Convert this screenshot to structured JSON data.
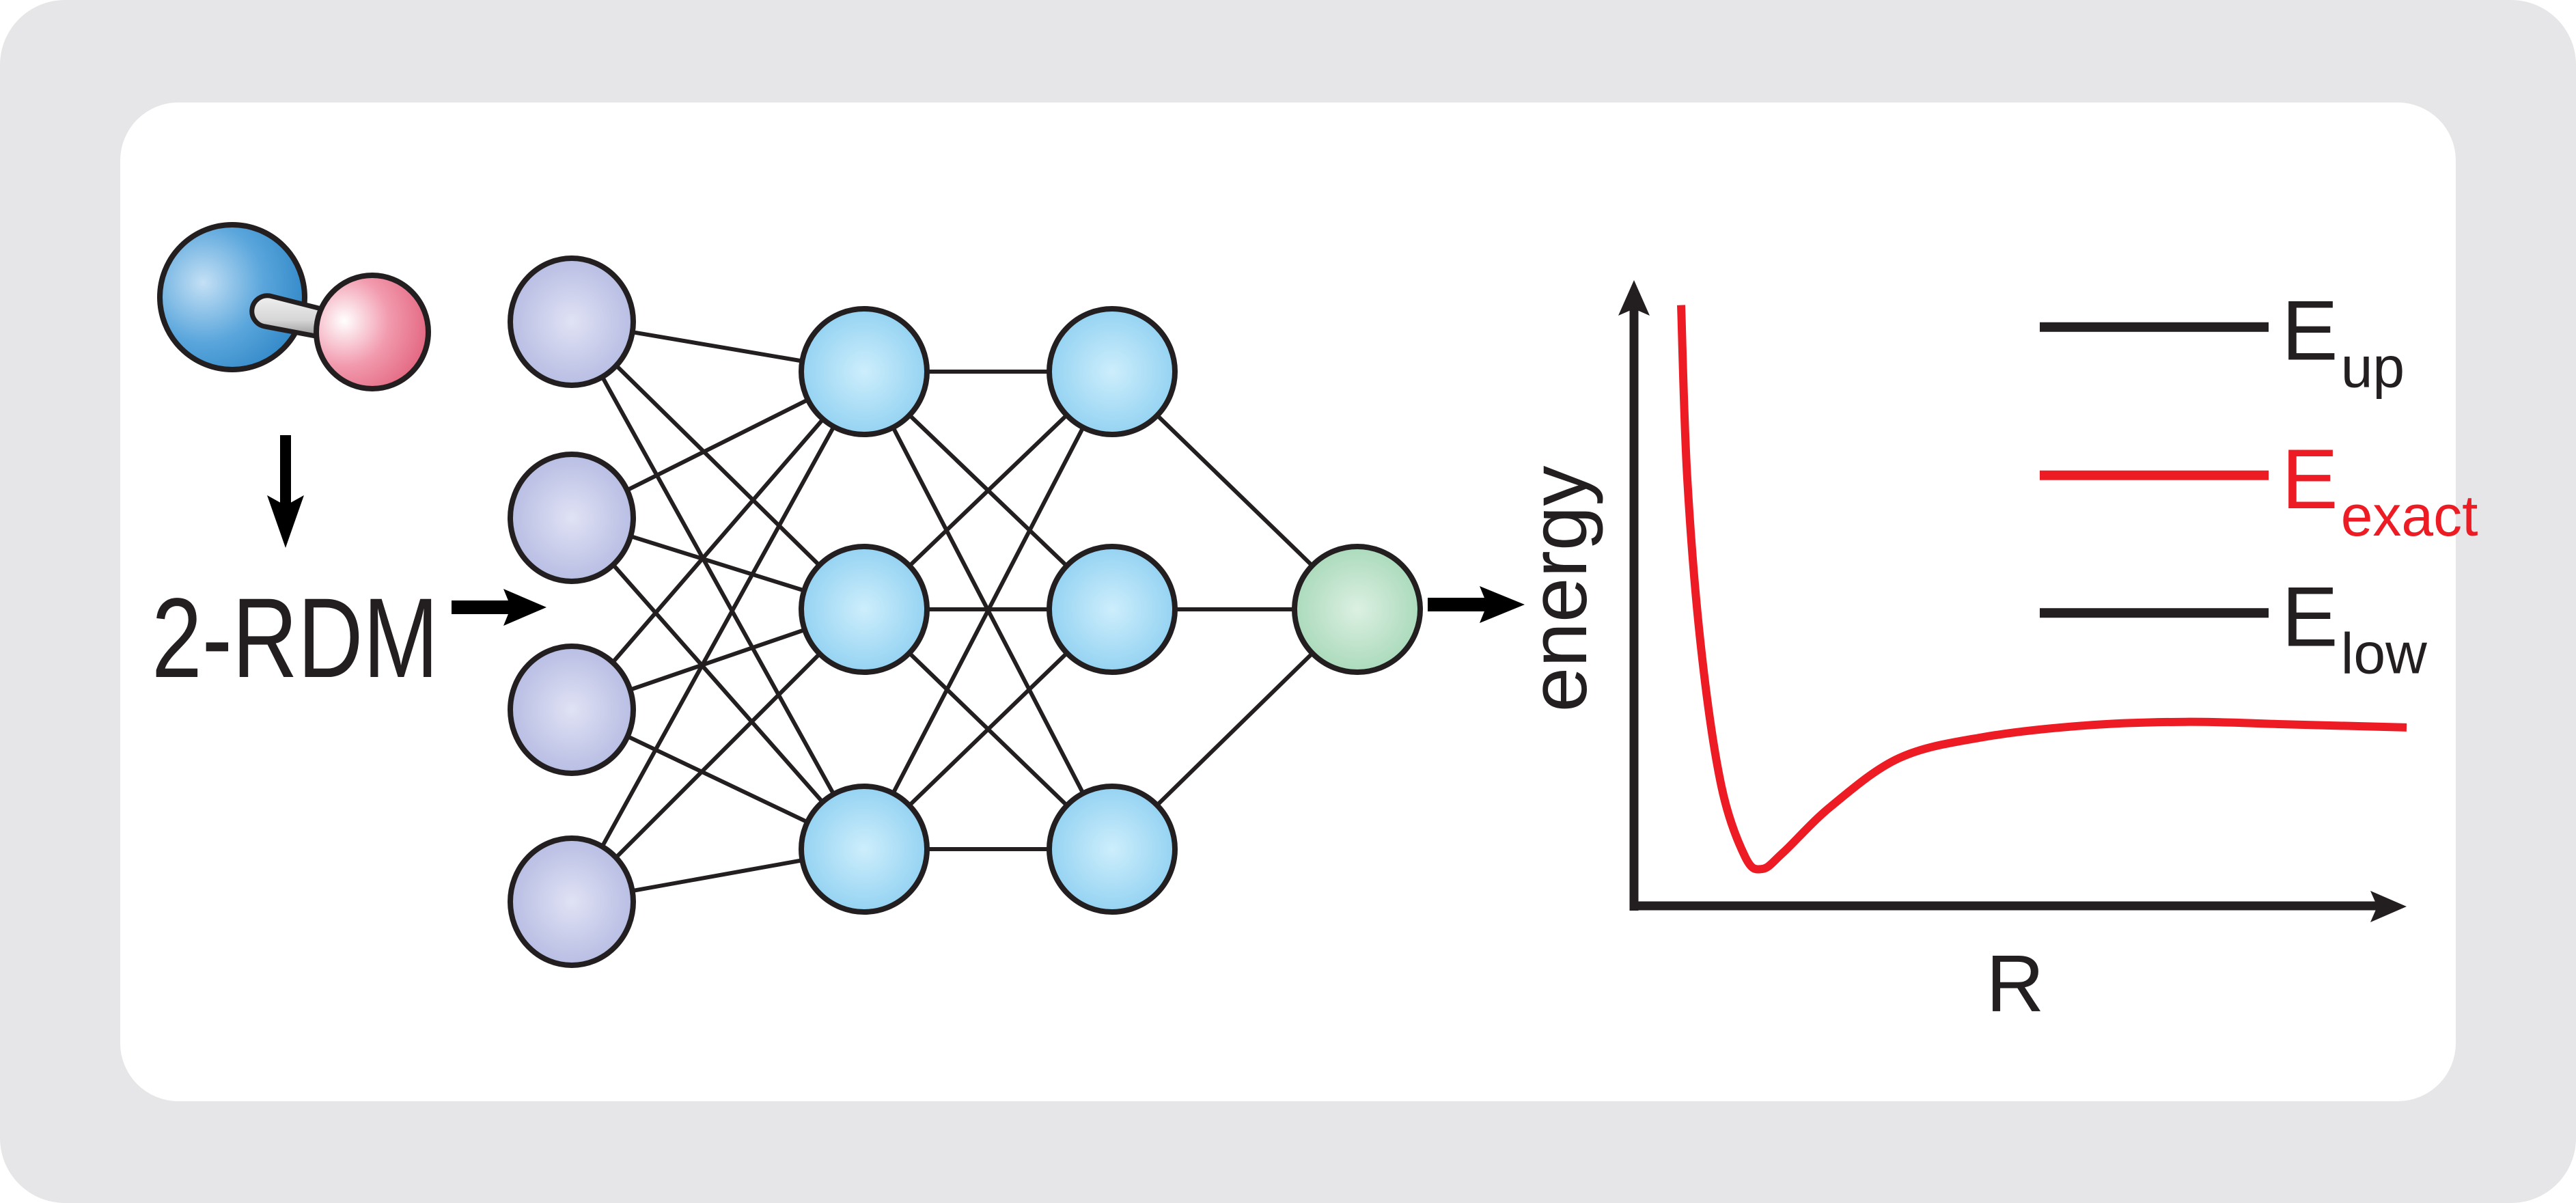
{
  "figure": {
    "input_label": "2-RDM",
    "molecule": {
      "atoms": [
        {
          "name": "large-atom",
          "color": "#3d93d1"
        },
        {
          "name": "small-atom",
          "color": "#ee7088"
        }
      ]
    },
    "network": {
      "layers": [
        {
          "name": "input",
          "size": 4,
          "color": "#b4bae2",
          "highlight": "#e0e2f4"
        },
        {
          "name": "hidden-1",
          "size": 3,
          "color": "#8fd0f1",
          "highlight": "#cdeefc"
        },
        {
          "name": "hidden-2",
          "size": 3,
          "color": "#8fd0f1",
          "highlight": "#cdeefc"
        },
        {
          "name": "output",
          "size": 1,
          "color": "#a6d8b8",
          "highlight": "#dcf0e2"
        }
      ],
      "edge_color": "#231f20"
    },
    "colors": {
      "ink": "#231f20",
      "accent_red": "#ed1c24",
      "frame": "#e6e6e8"
    }
  },
  "chart_data": {
    "type": "line",
    "title": "",
    "xlabel": "R",
    "ylabel": "energy",
    "xlim": [
      0,
      10
    ],
    "ylim": [
      0,
      10
    ],
    "grid": false,
    "ticks": false,
    "series": [
      {
        "name": "potential energy curve",
        "color": "#ed1c24",
        "x": [
          0.61,
          0.69,
          0.87,
          1.13,
          1.44,
          1.66,
          1.93,
          2.55,
          3.43,
          4.49,
          5.82,
          7.14,
          8.47,
          10.0
        ],
        "y": [
          9.6,
          6.83,
          4.1,
          1.92,
          0.78,
          0.59,
          0.85,
          1.59,
          2.36,
          2.69,
          2.88,
          2.94,
          2.9,
          2.85
        ]
      }
    ],
    "legend_levels": [
      {
        "label_main": "E",
        "label_sub": "up",
        "energy": 9.25,
        "color": "#231f20"
      },
      {
        "label_main": "E",
        "label_sub": "exact",
        "energy": 6.88,
        "color": "#ed1c24"
      },
      {
        "label_main": "E",
        "label_sub": "low",
        "energy": 4.68,
        "color": "#231f20"
      }
    ],
    "legend_placement": "top-right"
  }
}
